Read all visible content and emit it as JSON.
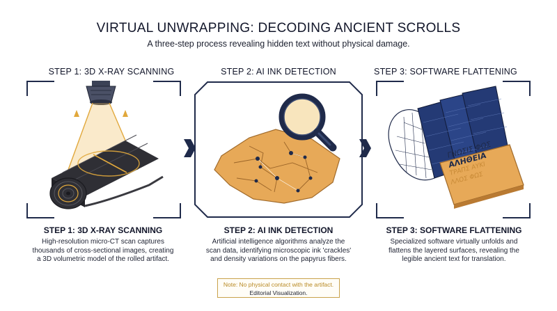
{
  "header": {
    "title": "VIRTUAL UNWRAPPING: DECODING ANCIENT SCROLLS",
    "subtitle": "A three-step process revealing hidden text without physical damage."
  },
  "steps": [
    {
      "heading": "STEP 1: 3D X-RAY SCANNING",
      "desc_title": "STEP 1: 3D X-RAY SCANNING",
      "desc_lines": [
        "High-resolution micro-CT scan captures",
        "thousands of cross-sectional images, creating",
        "a 3D volumetric model of the rolled artifact."
      ]
    },
    {
      "heading": "STEP 2: AI INK DETECTION",
      "desc_title": "STEP 2: AI INK DETECTION",
      "desc_lines": [
        "Artificial intelligence algorithms analyze the",
        "scan data, identifying microscopic ink 'crackles'",
        "and density variations on the papyrus fibers."
      ]
    },
    {
      "heading": "STEP 3: SOFTWARE FLATTENING",
      "desc_title": "STEP 3: SOFTWARE FLATTENING",
      "desc_lines": [
        "Specialized software virtually unfolds and",
        "flattens the layered surfaces, revealing the",
        "legible ancient text for translation."
      ],
      "revealed_text": [
        "ΓΝΩΣΙΣ ΦΩΣ",
        "ΑΛΗΘΕΙΑ",
        "ΤΡΑΠΣ ΑΥΚΙ",
        "ΛΛΟΣ ΦΩΣ"
      ]
    }
  ],
  "note": {
    "line1": "Note: No physical contact with the artifact.",
    "line2": "Editorial Visualization."
  },
  "colors": {
    "navy": "#1f2a4a",
    "gold": "#e1a83c",
    "papyrus": "#e7a958",
    "scroll_dark": "#2b2b30",
    "panel_blue": "#243a75"
  }
}
